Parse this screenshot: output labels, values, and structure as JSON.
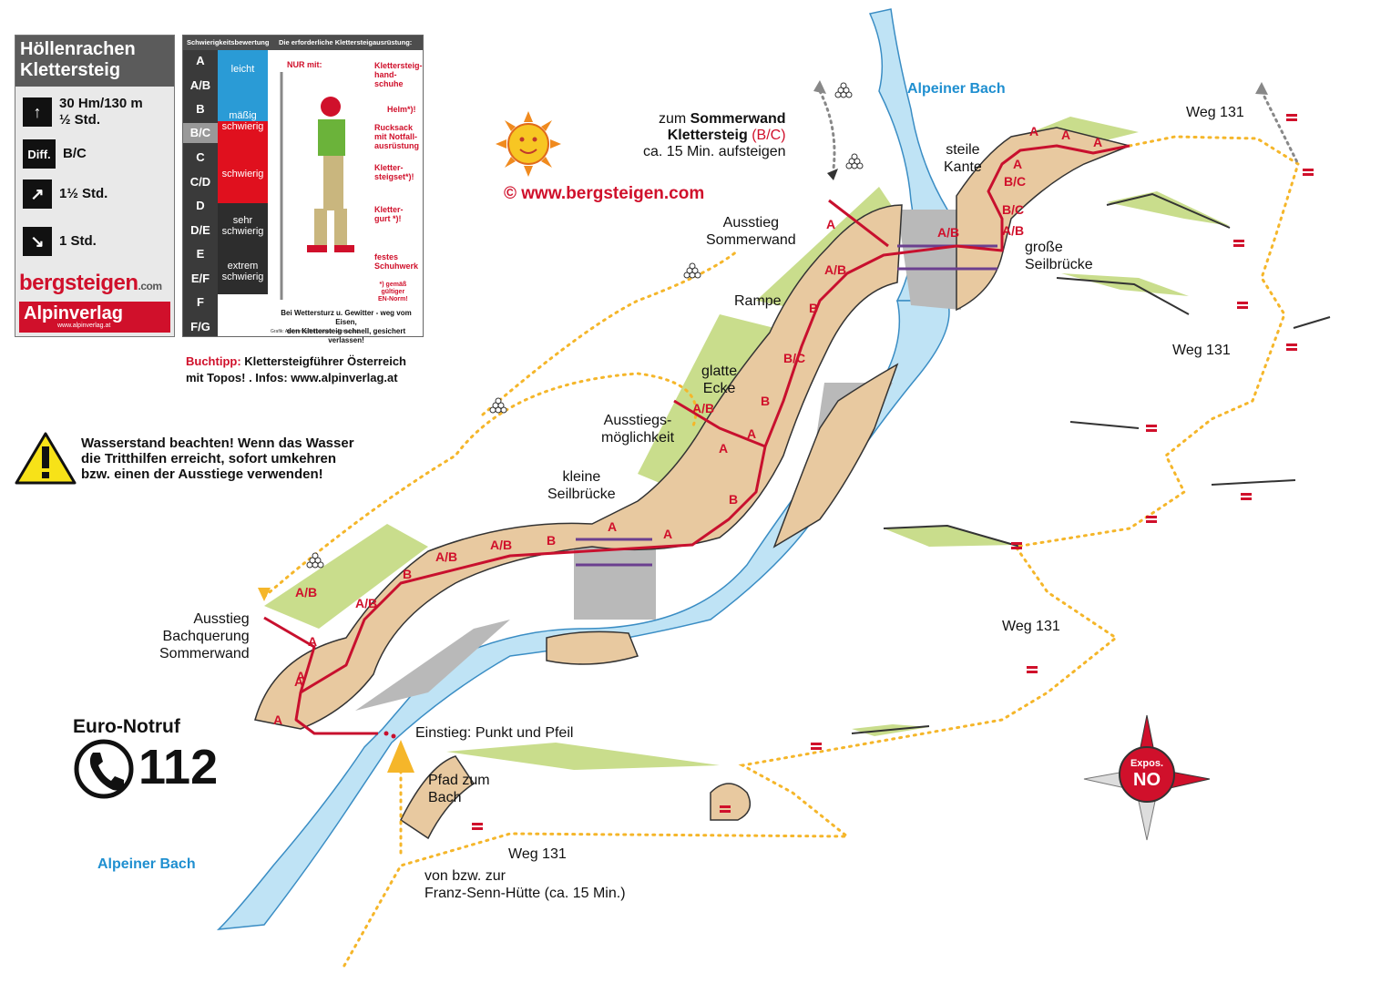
{
  "info_card": {
    "title": "Höllenrachen\nKlettersteig",
    "stats": [
      {
        "icon": "climber-icon",
        "text": "30 Hm/130 m\n½ Std."
      },
      {
        "icon": "difficulty-icon",
        "label": "Diff.",
        "text": "B/C"
      },
      {
        "icon": "approach-hiker-icon",
        "text": "1½ Std."
      },
      {
        "icon": "descent-hiker-icon",
        "text": "1 Std."
      }
    ],
    "brand": {
      "name": "bergsteigen",
      "domain": ".com"
    },
    "publisher": {
      "name": "Alpinverlag",
      "url": "www.alpinverlag.at"
    }
  },
  "difficulty_card": {
    "header_left": "Schwierigkeitsbewertung",
    "header_right": "Die erforderliche Klettersteigausrüstung:",
    "grades": [
      "A",
      "A/B",
      "B",
      "B/C",
      "C",
      "C/D",
      "D",
      "D/E",
      "E",
      "E/F",
      "F",
      "F/G"
    ],
    "bands": [
      {
        "label": "leicht",
        "color": "#2a9bd6"
      },
      {
        "label": "mäßig",
        "color": "#2a9bd6"
      },
      {
        "label": "schwierig",
        "color": "#e0101e"
      },
      {
        "label": "schwierig",
        "color": "#e0101e"
      },
      {
        "label": "sehr\nschwierig",
        "color": "#2d2d2d"
      },
      {
        "label": "extrem\nschwierig",
        "color": "#2d2d2d"
      }
    ],
    "nur_mit": "NUR mit:",
    "equipment": [
      "Klettersteig-\nhand-\nschuhe",
      "Helm*)!",
      "Rucksack\nmit Notfall-\nausrüstung",
      "Kletter-\nsteigset*)!",
      "Kletter-\ngurt *)!",
      "festes\nSchuhwerk",
      "*) gemäß\ngültiger\nEN-Norm!"
    ],
    "weather_note": "Bei Wettersturz u. Gewitter - weg vom Eisen,\nden Klettersteig schnell, gesichert verlassen!",
    "credit": "Grafik: Alpinverlag Bergsteigen - Alpinverlag"
  },
  "book_tip": {
    "key": "Buchtipp:",
    "text": " Klettersteigführer Österreich\nmit Topos! . Infos: www.alpinverlag.at"
  },
  "copyright": "©  www.bergsteigen.com",
  "warning": "Wasserstand beachten!  Wenn das Wasser\ndie Tritthilfen erreicht, sofort umkehren\nbzw. einen der Ausstiege verwenden!",
  "emergency": {
    "title": "Euro-Notruf",
    "number": "112"
  },
  "compass": {
    "label": "Expos.",
    "direction": "NO"
  },
  "colors": {
    "route": "#c8102e",
    "trail": "#f5b62a",
    "water": "#bfe3f5",
    "rock": "#e8c9a0",
    "grass": "#c9dd8c",
    "bridge": "#6b3f8f"
  },
  "labels": {
    "sommerwand_prefix": "zum ",
    "sommerwand_bold": "Sommerwand",
    "klettersteig_bold": "Klettersteig",
    "klettersteig_grade": "(B/C)",
    "aufsteigen": "ca. 15 Min. aufsteigen",
    "alpeiner_top": "Alpeiner Bach",
    "alpeiner_bottom": "Alpeiner Bach",
    "weg1": "Weg 131",
    "weg2": "Weg 131",
    "weg3": "Weg 131",
    "weg4": "Weg 131",
    "steile_kante": "steile\nKante",
    "grosse_seilbruecke": "große\nSeilbrücke",
    "ausstieg_sommerwand": "Ausstieg\nSommerwand",
    "rampe": "Rampe",
    "glatte_ecke": "glatte\nEcke",
    "ausstiegsmoeglichkeit": "Ausstiegs-\nmöglichkeit",
    "kleine_seilbruecke": "kleine\nSeilbrücke",
    "ausstieg_bachquerung": "Ausstieg\nBachquerung\nSommerwand",
    "einstieg": "Einstieg: Punkt und Pfeil",
    "pfad_bach": "Pfad zum\nBach",
    "franz_senn": "von bzw. zur\nFranz-Senn-Hütte (ca. 15 Min.)"
  },
  "route_grades": [
    "A",
    "A",
    "A",
    "A",
    "A/B",
    "B/C",
    "B/C",
    "A/B",
    "A/B",
    "A",
    "A/B",
    "B",
    "B",
    "B/C",
    "B",
    "A",
    "A",
    "A/B",
    "B",
    "A",
    "A",
    "A/B",
    "A/B",
    "B",
    "A/B",
    "A",
    "A",
    "A",
    "A",
    "A"
  ]
}
